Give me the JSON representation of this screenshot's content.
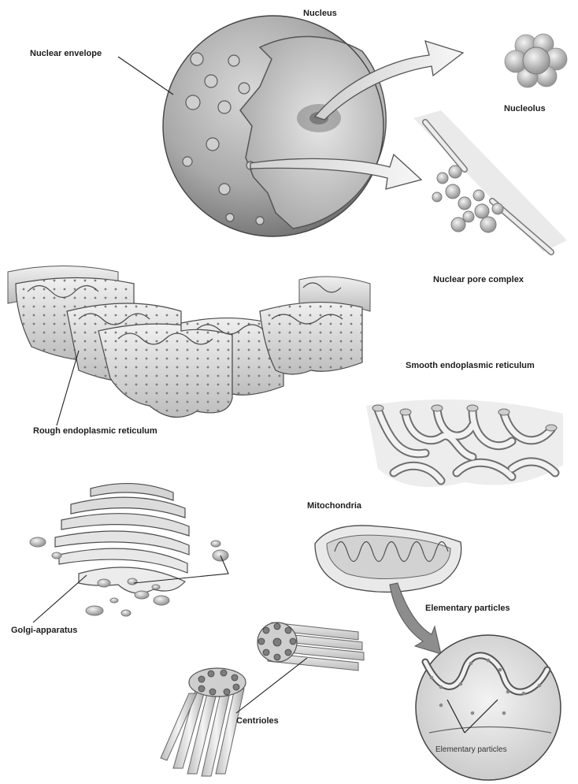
{
  "labels": {
    "nucleus": "Nucleus",
    "nuclear_envelope": "Nuclear envelope",
    "nucleolus": "Nucleolus",
    "nuclear_pore_complex": "Nuclear pore complex",
    "rough_er": "Rough endoplasmic reticulum",
    "smooth_er": "Smooth endoplasmic reticulum",
    "mitochondria": "Mitochondria",
    "golgi": "Golgi-apparatus",
    "elementary_particles_top": "Elementary particles",
    "centrioles": "Centrioles",
    "elementary_particles_inset": "Elementary particles"
  },
  "colors": {
    "ink": "#1d1d1d",
    "shade_dark": "#8a8a8a",
    "shade_mid": "#b5b5b5",
    "shade_light": "#e2e2e2"
  }
}
